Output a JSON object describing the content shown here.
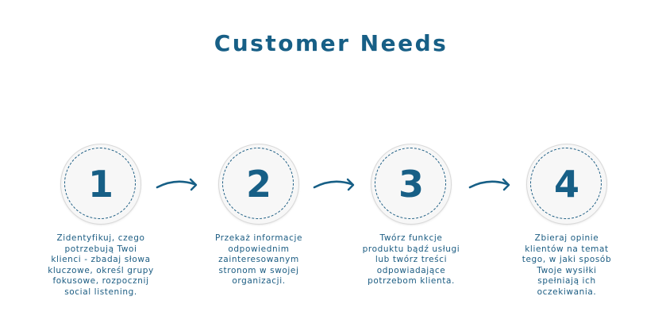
{
  "title": "Customer Needs",
  "steps": [
    {
      "number": "1",
      "lines": [
        "Zidentyfikuj, czego",
        "potrzebują Twoi",
        "klienci - zbadaj słowa",
        "kluczowe, określ grupy",
        "fokusowe, rozpocznij",
        "social listening."
      ]
    },
    {
      "number": "2",
      "lines": [
        "Przekaż informacje",
        "odpowiednim",
        "zainteresowanym",
        "stronom w swojej",
        "organizacji."
      ]
    },
    {
      "number": "3",
      "lines": [
        "Twórz funkcje",
        "produktu bądź usługi",
        "lub twórz treści",
        "odpowiadające",
        "potrzebom klienta."
      ]
    },
    {
      "number": "4",
      "lines": [
        "Zbieraj opinie",
        "klientów na temat",
        "tego, w jaki sposób",
        "Twoje wysiłki",
        "spełniają ich",
        "oczekiwania."
      ]
    }
  ],
  "colors": {
    "accent": "#175f86"
  }
}
